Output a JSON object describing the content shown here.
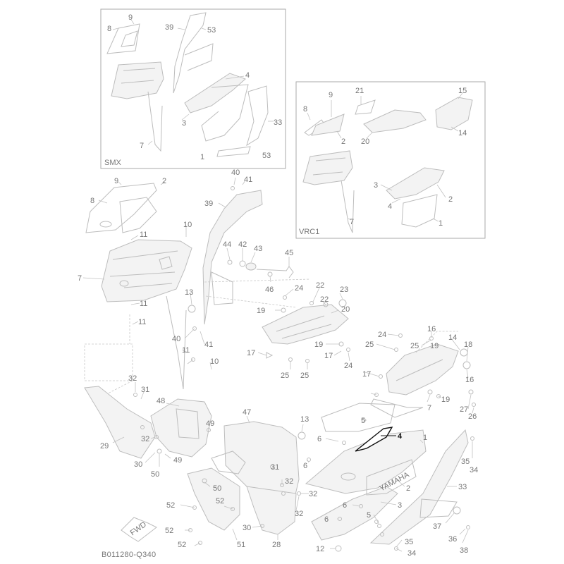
{
  "insets": {
    "smx": {
      "title": "SMX"
    },
    "vrc1": {
      "title": "VRC1"
    }
  },
  "figure_code": "B011280-Q340",
  "fwd_label": "FWD",
  "highlighted_label": "4",
  "brand_text": "YAMAHA",
  "labels": {
    "smx": [
      "9",
      "8",
      "39",
      "53",
      "4",
      "3",
      "33",
      "7",
      "1",
      "53"
    ],
    "vrc1": [
      "9",
      "21",
      "15",
      "8",
      "2",
      "20",
      "14",
      "3",
      "4",
      "2",
      "7",
      "1"
    ],
    "main": [
      "9",
      "2",
      "8",
      "40",
      "41",
      "39",
      "10",
      "11",
      "7",
      "44",
      "42",
      "43",
      "45",
      "46",
      "24",
      "22",
      "23",
      "13",
      "19",
      "22",
      "20",
      "11",
      "40",
      "41",
      "11",
      "11",
      "10",
      "17",
      "25",
      "19",
      "24",
      "17",
      "25",
      "25",
      "24",
      "16",
      "14",
      "25",
      "19",
      "18",
      "16",
      "17",
      "32",
      "31",
      "48",
      "29",
      "32",
      "49",
      "30",
      "50",
      "49",
      "47",
      "13",
      "6",
      "5",
      "1",
      "6",
      "7",
      "19",
      "26",
      "27",
      "35",
      "34",
      "2",
      "33",
      "31",
      "32",
      "50",
      "52",
      "52",
      "30",
      "3",
      "5",
      "6",
      "52",
      "51",
      "28",
      "32",
      "6",
      "37",
      "36",
      "12",
      "35",
      "34",
      "38",
      "52",
      "32"
    ]
  }
}
